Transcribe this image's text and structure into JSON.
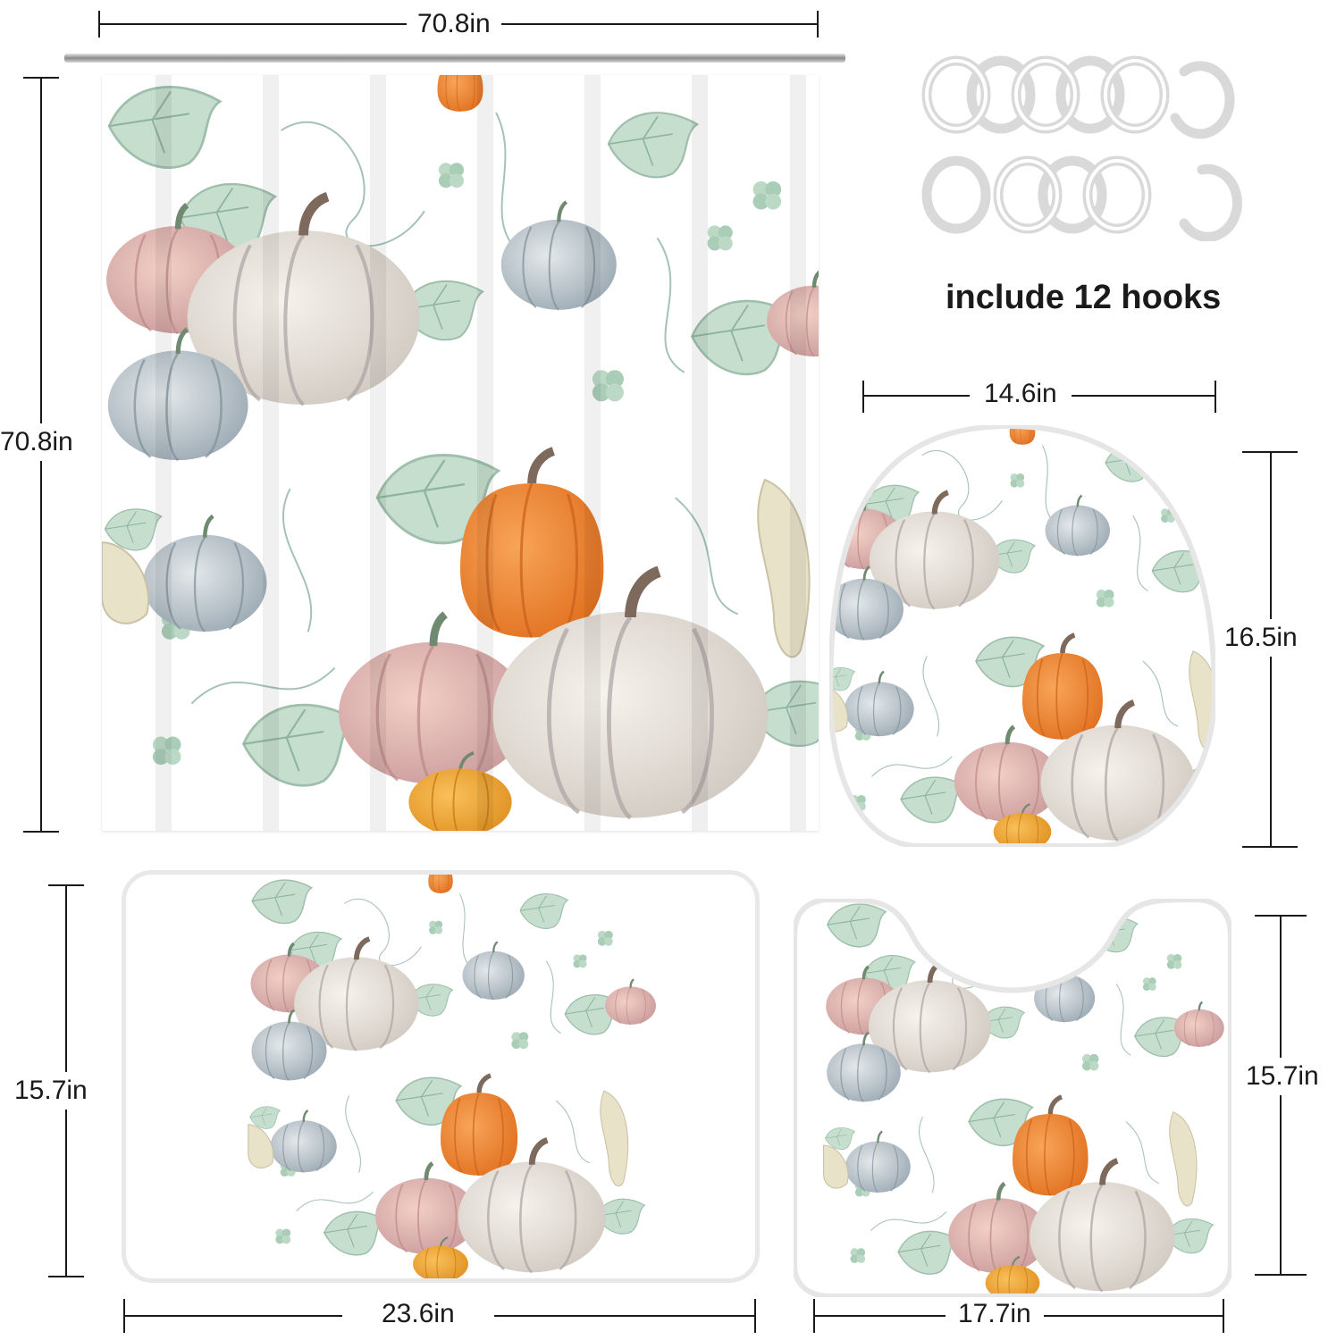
{
  "curtain": {
    "width_label": "70.8in",
    "height_label": "70.8in"
  },
  "hooks": {
    "label": "include 12 hooks",
    "count": 12
  },
  "lid_cover": {
    "width_label": "14.6in",
    "height_label": "16.5in"
  },
  "bath_mat": {
    "width_label": "23.6in",
    "height_label": "15.7in"
  },
  "contour_mat": {
    "width_label": "17.7in",
    "height_label": "15.7in"
  },
  "colors": {
    "orange": "#f08a3a",
    "pink": "#e7b7b0",
    "cream": "#ece8df",
    "blue_grey": "#b9c4cc",
    "leaf": "#a9cdb7",
    "line": "#1a1a1a"
  }
}
